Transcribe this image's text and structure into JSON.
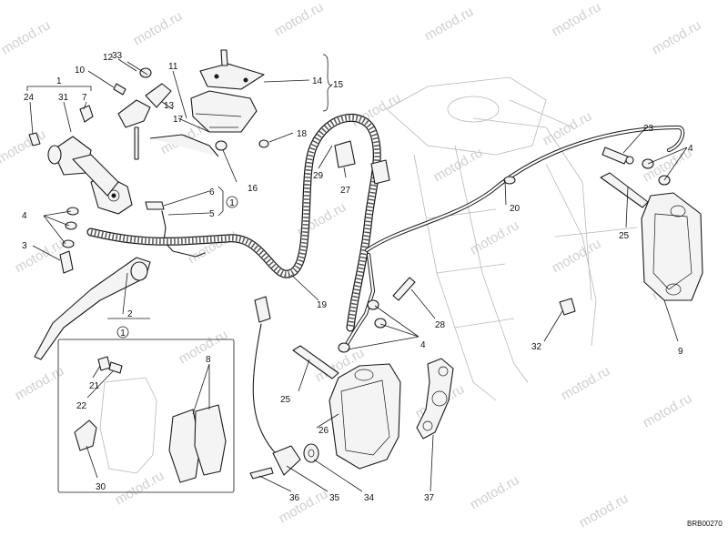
{
  "watermark": {
    "text": "motod.ru"
  },
  "drawing_code": "BRB00270",
  "group_symbol": "1",
  "callouts": {
    "c1": "1",
    "c2": "2",
    "c3": "3",
    "c4a": "4",
    "c4b": "4",
    "c4c": "4",
    "c5": "5",
    "c6": "6",
    "c7": "7",
    "c8": "8",
    "c9": "9",
    "c10": "10",
    "c11": "11",
    "c12": "12",
    "c13": "13",
    "c14": "14",
    "c15": "15",
    "c16": "16",
    "c17": "17",
    "c18": "18",
    "c19": "19",
    "c20": "20",
    "c21": "21",
    "c22": "22",
    "c23": "23",
    "c24": "24",
    "c25a": "25",
    "c25b": "25",
    "c26": "26",
    "c27": "27",
    "c28": "28",
    "c29": "29",
    "c30": "30",
    "c31": "31",
    "c32": "32",
    "c33": "33",
    "c34": "34",
    "c35": "35",
    "c36": "36",
    "c37": "37"
  }
}
